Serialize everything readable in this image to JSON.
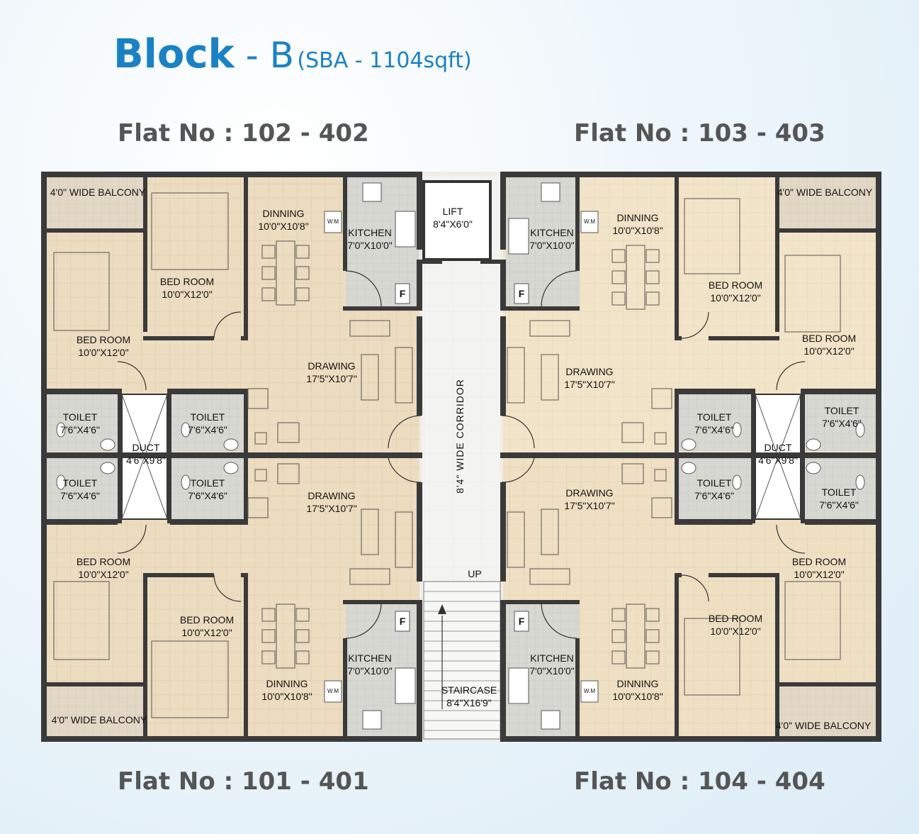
{
  "header": {
    "block_word": "Block",
    "block_sep": " - ",
    "block_letter": "B",
    "sba": "(SBA - 1104sqft)"
  },
  "flats": {
    "top_left": "Flat No : 102 - 402",
    "top_right": "Flat No : 103 - 403",
    "bottom_left": "Flat No : 101 - 401",
    "bottom_right": "Flat No : 104 - 404"
  },
  "rooms": {
    "balcony": "4'0\" WIDE BALCONY",
    "bed_room": "BED ROOM",
    "bed_size": "10'0\"X12'0\"",
    "dinning": "DINNING",
    "dinning_size": "10'0\"X10'8\"",
    "kitchen": "KITCHEN",
    "kitchen_size": "7'0\"X10'0\"",
    "drawing": "DRAWING",
    "drawing_size": "17'5\"X10'7\"",
    "toilet": "TOILET",
    "toilet_size": "7'6\"X4'6\"",
    "duct": "DUCT",
    "duct_size": "4'6\"X9'8\"",
    "lift": "LIFT",
    "lift_size": "8'4\"X6'0\"",
    "corridor": "8'4\" WIDE CORRIDOR",
    "up": "UP",
    "staircase": "STAIRCASE",
    "staircase_size": "8'4\"X16'9\"",
    "fridge": "F",
    "washing_machine": "W.M"
  },
  "colors": {
    "title": "#1a82c4",
    "flat_label": "#555555",
    "wall": "#3a3a3a",
    "flat_floor_a": "#eddcbf",
    "flat_floor_b": "#f0e2c8",
    "wet_floor": "#d6d6d0",
    "balcony_floor": "#e2d8c8"
  }
}
